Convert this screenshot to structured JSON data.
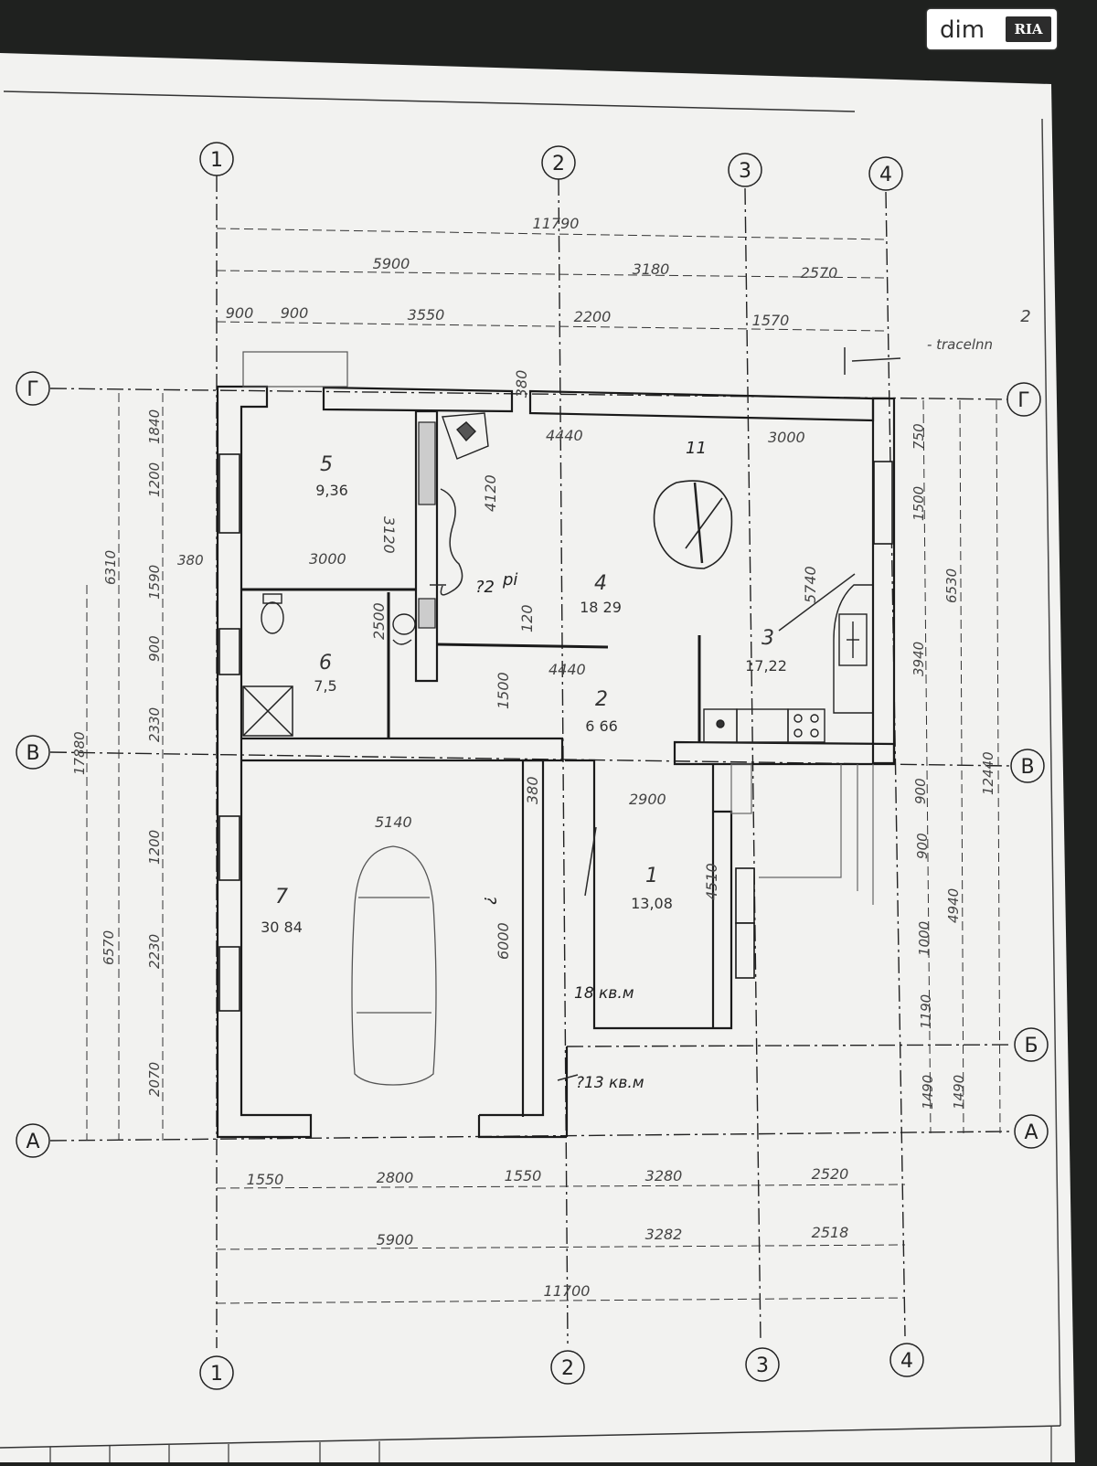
{
  "watermark": {
    "prefix": "dim",
    "suffix": "RIA"
  },
  "axes": {
    "top": [
      "1",
      "2",
      "3",
      "4"
    ],
    "bottom": [
      "1",
      "2",
      "3",
      "4"
    ],
    "left": [
      "Г",
      "В",
      "А"
    ],
    "right": [
      "Г",
      "В",
      "Б",
      "А"
    ]
  },
  "dims_top": {
    "total": "11790",
    "row2": [
      "5900",
      "3180",
      "2570"
    ],
    "row3": [
      "900",
      "900",
      "3550",
      "2200",
      "1570"
    ],
    "small": "380",
    "note": "- tracelnn",
    "note_mark": "2"
  },
  "dims_bottom": {
    "row1": [
      "1550",
      "2800",
      "1550",
      "3280",
      "2520"
    ],
    "row2": [
      "5900",
      "3282",
      "2518"
    ],
    "total": "11700"
  },
  "dims_left": {
    "outer": [
      "17880",
      "6310",
      "6570"
    ],
    "inner": [
      "1840",
      "1200",
      "1590",
      "900",
      "2330",
      "1200",
      "2230",
      "2070"
    ],
    "small": "380"
  },
  "dims_right": {
    "outer": [
      "12440",
      "6530",
      "4940"
    ],
    "inner": [
      "1500",
      "3940",
      "900",
      "900",
      "1000",
      "1190",
      "1490",
      "1490"
    ],
    "small": "750"
  },
  "rooms": [
    {
      "num": "5",
      "area": "9,36"
    },
    {
      "num": "6",
      "area": "7,5"
    },
    {
      "num": "4",
      "area": "18 29"
    },
    {
      "num": "3",
      "area": "17,22"
    },
    {
      "num": "2",
      "area": "6 66"
    },
    {
      "num": "7",
      "area": "30 84"
    },
    {
      "num": "1",
      "area": "13,08"
    }
  ],
  "interior_dims": [
    "3000",
    "3120",
    "2500",
    "4120",
    "120",
    "1500",
    "4440",
    "4440",
    "3000",
    "5740",
    "2900",
    "5140",
    "380",
    "6000",
    "4510"
  ],
  "annotations": [
    "?2",
    "pi",
    "18 кв.м",
    "?13 кв.м",
    "?",
    "11"
  ]
}
